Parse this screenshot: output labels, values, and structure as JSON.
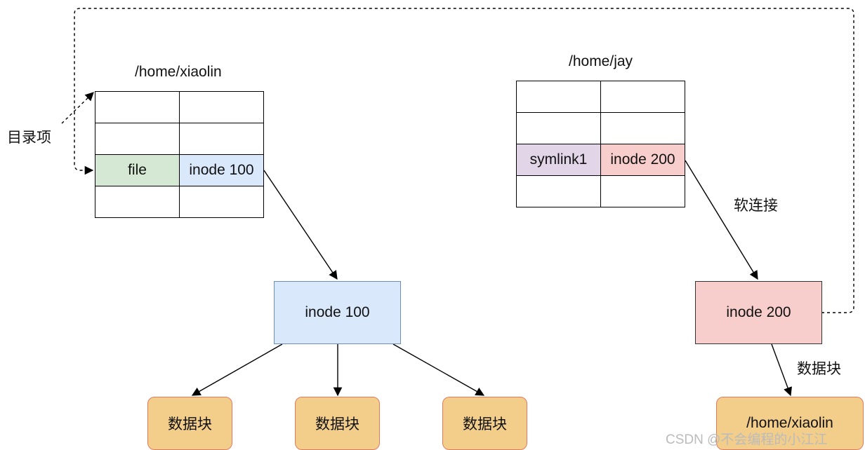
{
  "left_dir": {
    "title": "/home/xiaolin",
    "entry_name": "file",
    "entry_inode": "inode 100",
    "entry_name_color": "#d5e8d4",
    "entry_inode_color": "#dae8fc"
  },
  "right_dir": {
    "title": "/home/jay",
    "entry_name": "symlink1",
    "entry_inode": "inode 200",
    "entry_name_color": "#e1d5e7",
    "entry_inode_color": "#f8cecc"
  },
  "annotations": {
    "dir_entry": "目录项",
    "symlink": "软连接",
    "data_block": "数据块"
  },
  "inode_100": {
    "label": "inode 100"
  },
  "inode_200": {
    "label": "inode 200"
  },
  "blocks": [
    "数据块",
    "数据块",
    "数据块"
  ],
  "symlink_target": "/home/xiaolin",
  "watermark": "CSDN @不会编程的小江江"
}
